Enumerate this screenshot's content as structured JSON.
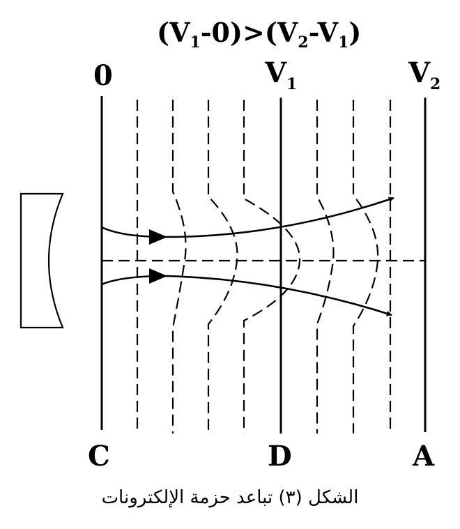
{
  "diagram": {
    "title": {
      "p1": "(V",
      "s1": "1",
      "p2": "-0)>(V",
      "s2": "2",
      "p3": "-V",
      "s3": "1",
      "p4": ")"
    },
    "top_labels": {
      "zero": "0",
      "v1_main": "V",
      "v1_sub": "1",
      "v2_main": "V",
      "v2_sub": "2"
    },
    "bottom_labels": {
      "c": "C",
      "d": "D",
      "a": "A"
    },
    "caption": "الشكل (٣) تباعد حزمة الإلكترونات",
    "colors": {
      "ink": "#000000",
      "background": "#ffffff"
    }
  }
}
